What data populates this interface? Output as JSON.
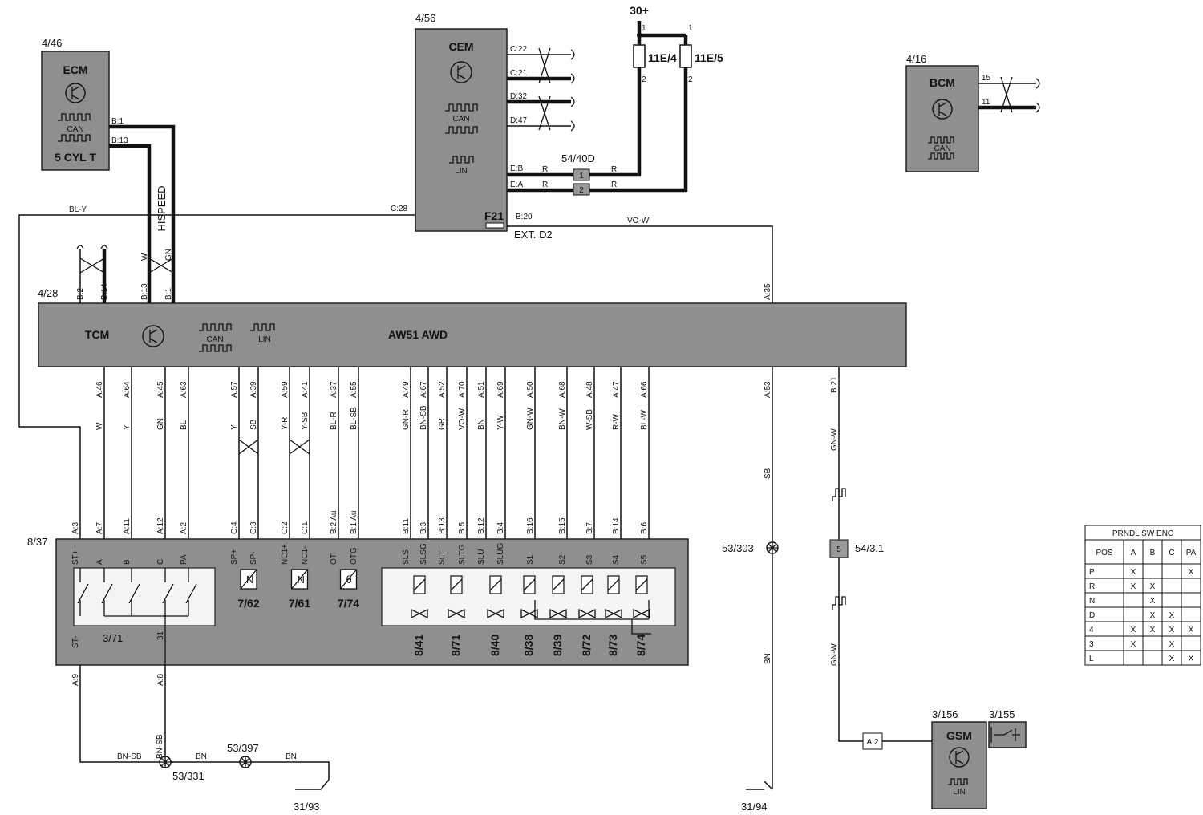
{
  "components": {
    "ecm": {
      "ref": "4/46",
      "name": "ECM",
      "variant": "5 CYL T",
      "pins": [
        "B:1",
        "B:13"
      ]
    },
    "cem": {
      "ref": "4/56",
      "name": "CEM",
      "fuse": "F21",
      "ext": "EXT. D2",
      "pins": [
        "C:22",
        "C:21",
        "D:32",
        "D:47",
        "E:B",
        "E:A",
        "C:28",
        "B:20"
      ]
    },
    "bcm": {
      "ref": "4/16",
      "name": "BCM",
      "pins": [
        "15",
        "11"
      ]
    },
    "tcm": {
      "ref": "4/28",
      "name": "TCM",
      "model": "AW51 AWD",
      "top_pins": [
        "B:2",
        "B:14",
        "B:13",
        "B:1",
        "A:35"
      ],
      "bottom_pins": [
        "A:46",
        "A:64",
        "A:45",
        "A:63",
        "A:57",
        "A:39",
        "A:59",
        "A:41",
        "A:37",
        "A:55",
        "A:49",
        "A:67",
        "A:52",
        "A:70",
        "A:51",
        "A:69",
        "A:50",
        "A:68",
        "A:48",
        "A:47",
        "A:66",
        "A:53",
        "B:21"
      ]
    },
    "valve_body": {
      "ref": "8/37",
      "pins": [
        "A:3",
        "A:7",
        "A:11",
        "A:12",
        "A:2",
        "C:4",
        "C:3",
        "C:2",
        "C:1",
        "B:2 Au",
        "B:1 Au",
        "B:11",
        "B:3",
        "B:13",
        "B:5",
        "B:12",
        "B:4",
        "B:16",
        "B:15",
        "B:7",
        "B:14",
        "B:6"
      ],
      "bottom_pins": [
        "A:9",
        "A:8"
      ]
    },
    "gsm": {
      "ref": "3/156",
      "name": "GSM"
    },
    "gsm_switch": {
      "ref": "3/155"
    }
  },
  "protocol": {
    "can": "CAN",
    "lin": "LIN",
    "hispeed": "HISPEED"
  },
  "fuses": {
    "supply": "30+",
    "fuse1": "11E/4",
    "fuse2": "11E/5",
    "pin1": "1",
    "pin2": "2"
  },
  "connector_54_40d": {
    "ref": "54/40D",
    "pins": [
      "1",
      "2"
    ]
  },
  "connector_54_3_1": {
    "ref": "54/3.1",
    "pin": "5"
  },
  "connector_a2": {
    "label": "A:2"
  },
  "splices": {
    "s303": "53/303",
    "s331": "53/331",
    "s397": "53/397"
  },
  "grounds": {
    "g93": "31/93",
    "g94": "31/94"
  },
  "wires": {
    "bl_y": "BL-Y",
    "vo_w": "VO-W",
    "r": "R",
    "w": "W",
    "gn": "GN",
    "bottom": [
      "W",
      "Y",
      "GN",
      "BL",
      "Y",
      "SB",
      "Y-R",
      "Y-SB",
      "BL-R",
      "BL-SB",
      "GN-R",
      "BN-SB",
      "GR",
      "VO-W",
      "BN",
      "Y-W",
      "GN-W",
      "BN-W",
      "W-SB",
      "R-W",
      "BL-W"
    ],
    "sb": "SB",
    "bn": "BN",
    "gn_w": "GN-W",
    "bn_sb": "BN-SB"
  },
  "switch_labels": [
    "ST+",
    "A",
    "B",
    "C",
    "PA"
  ],
  "switch_bottom": [
    "ST-",
    "31"
  ],
  "switch_ref": "3/71",
  "sensors": [
    {
      "pins": [
        "SP+",
        "SP-"
      ],
      "glyph": "N",
      "ref": "7/62"
    },
    {
      "pins": [
        "NC1+",
        "NC1-"
      ],
      "glyph": "N",
      "ref": "7/61"
    },
    {
      "pins": [
        "OT",
        "OTG"
      ],
      "glyph": "θ",
      "ref": "7/74"
    }
  ],
  "solenoids": {
    "labels": [
      "SLS",
      "SLSG",
      "SLT",
      "SLTG",
      "SLU",
      "SLUG",
      "S1",
      "S2",
      "S3",
      "S4",
      "S5"
    ],
    "refs": [
      "8/41",
      "8/71",
      "8/40",
      "8/38",
      "8/39",
      "8/72",
      "8/73",
      "8/74"
    ]
  },
  "table": {
    "title": "PRNDL SW ENC",
    "headers": [
      "POS",
      "A",
      "B",
      "C",
      "PA"
    ],
    "rows": [
      [
        "P",
        "X",
        "",
        "",
        "X"
      ],
      [
        "R",
        "X",
        "X",
        "",
        ""
      ],
      [
        "N",
        "",
        "X",
        "",
        ""
      ],
      [
        "D",
        "",
        "X",
        "X",
        ""
      ],
      [
        "4",
        "X",
        "X",
        "X",
        "X"
      ],
      [
        "3",
        "X",
        "",
        "X",
        ""
      ],
      [
        "L",
        "",
        "",
        "X",
        "X"
      ]
    ]
  }
}
